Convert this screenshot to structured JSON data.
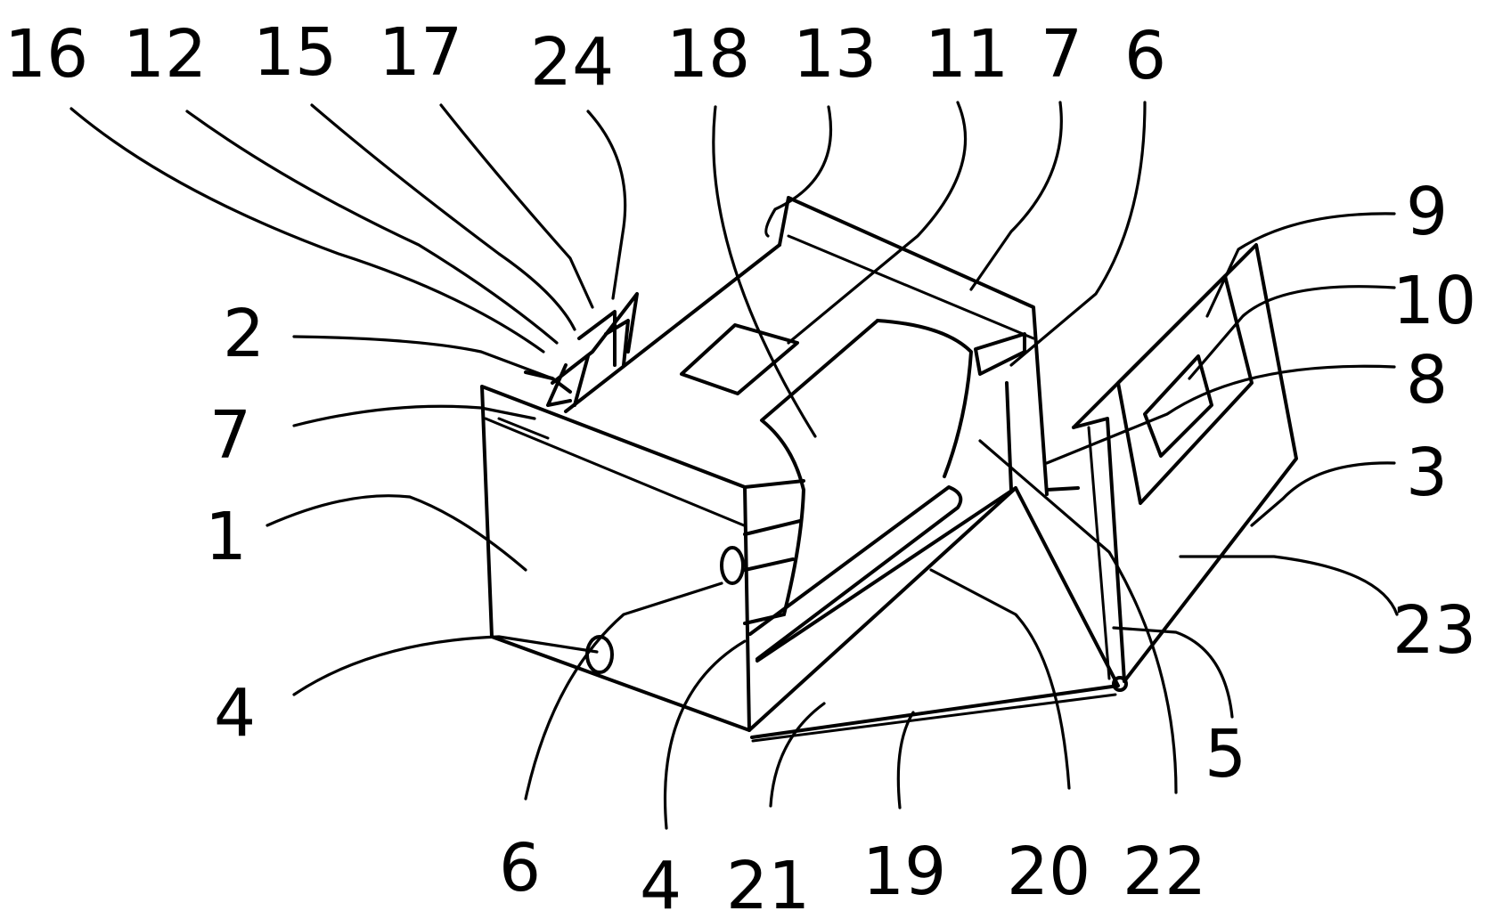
{
  "diagram": {
    "line_color": "#000000",
    "background": "#ffffff",
    "labels": [
      {
        "id": "l16",
        "text": "16"
      },
      {
        "id": "l12",
        "text": "12"
      },
      {
        "id": "l15",
        "text": "15"
      },
      {
        "id": "l17",
        "text": "17"
      },
      {
        "id": "l24",
        "text": "24"
      },
      {
        "id": "l18",
        "text": "18"
      },
      {
        "id": "l13",
        "text": "13"
      },
      {
        "id": "l11",
        "text": "11"
      },
      {
        "id": "l7a",
        "text": "7"
      },
      {
        "id": "l6a",
        "text": "6"
      },
      {
        "id": "l9",
        "text": "9"
      },
      {
        "id": "l10",
        "text": "10"
      },
      {
        "id": "l8",
        "text": "8"
      },
      {
        "id": "l3",
        "text": "3"
      },
      {
        "id": "l23",
        "text": "23"
      },
      {
        "id": "l5",
        "text": "5"
      },
      {
        "id": "l22",
        "text": "22"
      },
      {
        "id": "l20",
        "text": "20"
      },
      {
        "id": "l19",
        "text": "19"
      },
      {
        "id": "l21",
        "text": "21"
      },
      {
        "id": "l4b",
        "text": "4"
      },
      {
        "id": "l6b",
        "text": "6"
      },
      {
        "id": "l4a",
        "text": "4"
      },
      {
        "id": "l1",
        "text": "1"
      },
      {
        "id": "l7b",
        "text": "7"
      },
      {
        "id": "l2",
        "text": "2"
      }
    ]
  }
}
